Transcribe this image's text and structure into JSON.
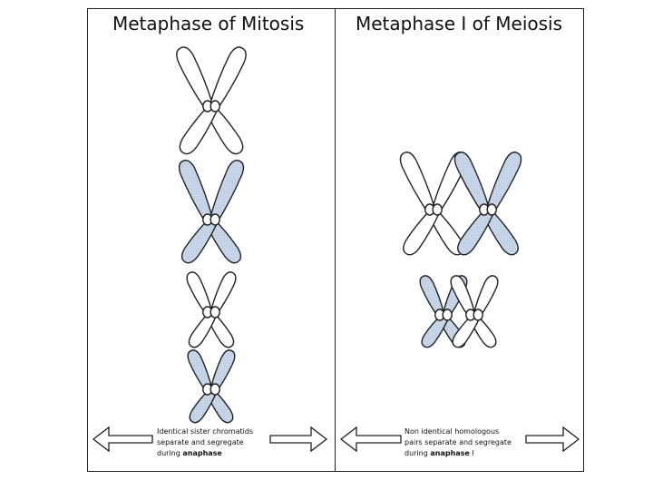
{
  "panels": {
    "left": {
      "title": "Metaphase of Mitosis",
      "note_line1": "Identical sister chromatids",
      "note_line2": "separate and segregate",
      "note_line3_prefix": "during ",
      "note_line3_bold": "anaphase",
      "note_line3_suffix": ""
    },
    "right": {
      "title": "Metaphase I of Meiosis",
      "note_line1": "Non identical homologous",
      "note_line2": "pairs separate and segregate",
      "note_line3_prefix": "during ",
      "note_line3_bold": "anaphase",
      "note_line3_suffix": " I"
    }
  },
  "colors": {
    "outline": "#222222",
    "white_fill": "#ffffff",
    "blue_fill": "#c9d8ea"
  }
}
